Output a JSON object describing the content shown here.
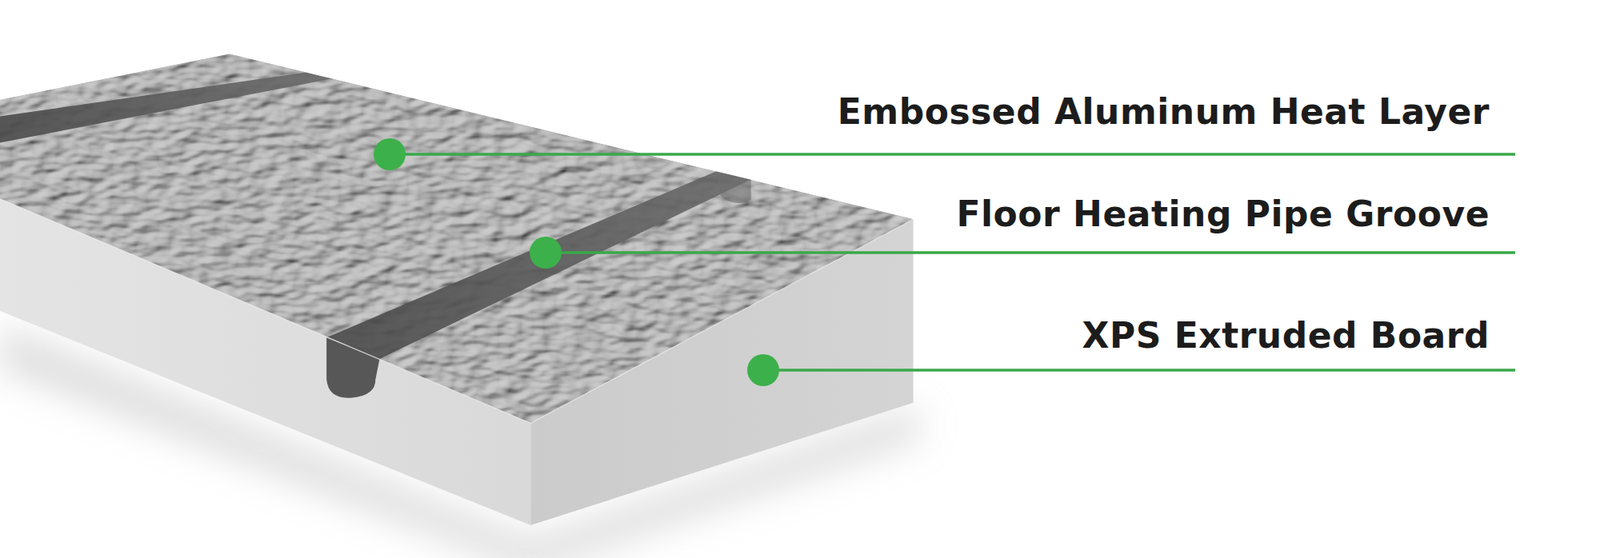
{
  "diagram": {
    "labels": [
      "Embossed Aluminum Heat Layer",
      "Floor Heating Pipe Groove",
      "XPS Extruded Board"
    ]
  }
}
